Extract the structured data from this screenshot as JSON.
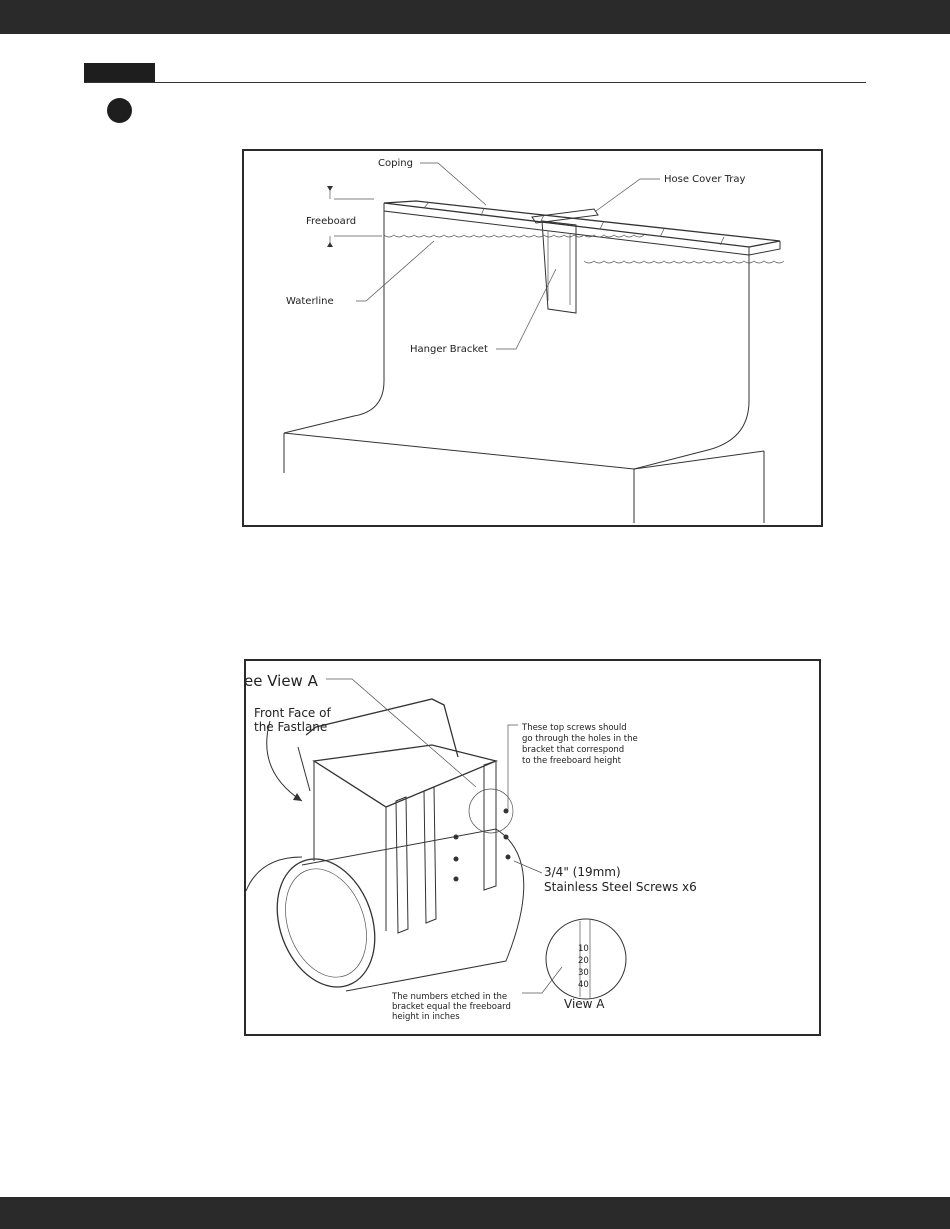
{
  "figure1": {
    "labels": {
      "coping": "Coping",
      "hose_cover_tray": "Hose Cover Tray",
      "freeboard": "Freeboard",
      "waterline": "Waterline",
      "hanger_bracket": "Hanger Bracket"
    }
  },
  "figure2": {
    "labels": {
      "see_view_a": "ee View A",
      "front_face_line1": "Front Face of",
      "front_face_line2": "the Fastlane",
      "top_screws_line1": "These top screws should",
      "top_screws_line2": "go through the holes in the",
      "top_screws_line3": "bracket that correspond",
      "top_screws_line4": "to the freeboard height",
      "screws_line1": "3/4\" (19mm)",
      "screws_line2": "Stainless Steel Screws x6",
      "numbers_line1": "The numbers etched in the",
      "numbers_line2": "bracket equal the freeboard",
      "numbers_line3": "height in inches",
      "view_a": "View A"
    },
    "view_a_numbers": [
      "10",
      "20",
      "30",
      "40"
    ]
  }
}
